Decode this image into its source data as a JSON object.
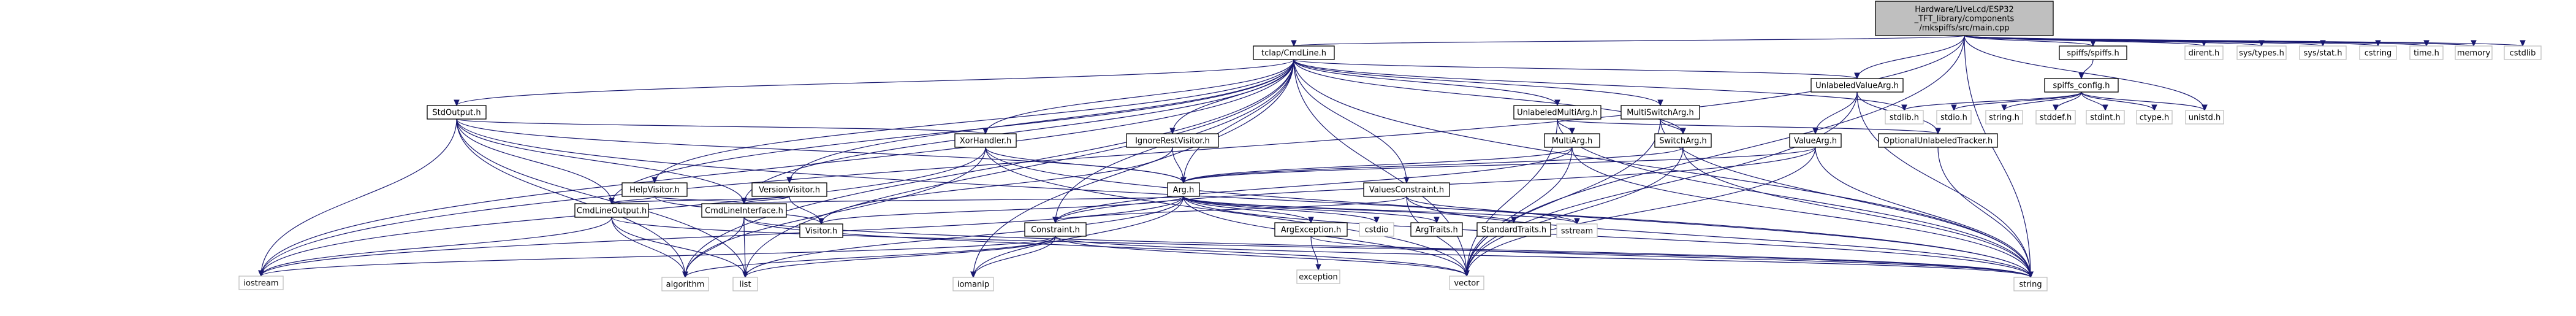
{
  "diagram": {
    "type": "include-dependency-graph",
    "colors": {
      "edge": "#191970",
      "root_fill": "#bfbfbf",
      "local_border": "#000000",
      "system_border": "#bfbfbf"
    },
    "nodes": [
      {
        "id": "root",
        "lines": [
          "Hardware/LiveLcd/ESP32",
          "_TFT_library/components",
          "/mkspiffs/src/main.cpp"
        ],
        "kind": "root"
      },
      {
        "id": "cmdline",
        "lines": [
          "tclap/CmdLine.h"
        ],
        "kind": "local"
      },
      {
        "id": "spiffs_h",
        "lines": [
          "spiffs/spiffs.h"
        ],
        "kind": "local"
      },
      {
        "id": "dirent",
        "lines": [
          "dirent.h"
        ],
        "kind": "system"
      },
      {
        "id": "systypes",
        "lines": [
          "sys/types.h"
        ],
        "kind": "system"
      },
      {
        "id": "sysstat",
        "lines": [
          "sys/stat.h"
        ],
        "kind": "system"
      },
      {
        "id": "cstring",
        "lines": [
          "cstring"
        ],
        "kind": "system"
      },
      {
        "id": "timeh",
        "lines": [
          "time.h"
        ],
        "kind": "system"
      },
      {
        "id": "memory",
        "lines": [
          "memory"
        ],
        "kind": "system"
      },
      {
        "id": "cstdlib",
        "lines": [
          "cstdlib"
        ],
        "kind": "system"
      },
      {
        "id": "unlabeledvalue",
        "lines": [
          "UnlabeledValueArg.h"
        ],
        "kind": "local"
      },
      {
        "id": "spiffs_config",
        "lines": [
          "spiffs_config.h"
        ],
        "kind": "local"
      },
      {
        "id": "stdout",
        "lines": [
          "StdOutput.h"
        ],
        "kind": "local"
      },
      {
        "id": "unlabeledmulti",
        "lines": [
          "UnlabeledMultiArg.h"
        ],
        "kind": "local"
      },
      {
        "id": "multiswitch",
        "lines": [
          "MultiSwitchArg.h"
        ],
        "kind": "local"
      },
      {
        "id": "xorhandler",
        "lines": [
          "XorHandler.h"
        ],
        "kind": "local"
      },
      {
        "id": "ignorerest",
        "lines": [
          "IgnoreRestVisitor.h"
        ],
        "kind": "local"
      },
      {
        "id": "multiarg",
        "lines": [
          "MultiArg.h"
        ],
        "kind": "local"
      },
      {
        "id": "switcharg",
        "lines": [
          "SwitchArg.h"
        ],
        "kind": "local"
      },
      {
        "id": "valuearg",
        "lines": [
          "ValueArg.h"
        ],
        "kind": "local"
      },
      {
        "id": "optunlabeled",
        "lines": [
          "OptionalUnlabeledTracker.h"
        ],
        "kind": "local"
      },
      {
        "id": "stdlibh",
        "lines": [
          "stdlib.h"
        ],
        "kind": "system"
      },
      {
        "id": "stdioh",
        "lines": [
          "stdio.h"
        ],
        "kind": "system"
      },
      {
        "id": "stringh",
        "lines": [
          "string.h"
        ],
        "kind": "system"
      },
      {
        "id": "stddefh",
        "lines": [
          "stddef.h"
        ],
        "kind": "system"
      },
      {
        "id": "stdinth",
        "lines": [
          "stdint.h"
        ],
        "kind": "system"
      },
      {
        "id": "ctypeh",
        "lines": [
          "ctype.h"
        ],
        "kind": "system"
      },
      {
        "id": "unistdh",
        "lines": [
          "unistd.h"
        ],
        "kind": "system"
      },
      {
        "id": "helpvisitor",
        "lines": [
          "HelpVisitor.h"
        ],
        "kind": "local"
      },
      {
        "id": "versionvisitor",
        "lines": [
          "VersionVisitor.h"
        ],
        "kind": "local"
      },
      {
        "id": "arg",
        "lines": [
          "Arg.h"
        ],
        "kind": "local"
      },
      {
        "id": "valuesconstraint",
        "lines": [
          "ValuesConstraint.h"
        ],
        "kind": "local"
      },
      {
        "id": "cmdlineoutput",
        "lines": [
          "CmdLineOutput.h"
        ],
        "kind": "local"
      },
      {
        "id": "cmdlineinterface",
        "lines": [
          "CmdLineInterface.h"
        ],
        "kind": "local"
      },
      {
        "id": "visitor",
        "lines": [
          "Visitor.h"
        ],
        "kind": "local"
      },
      {
        "id": "constraint",
        "lines": [
          "Constraint.h"
        ],
        "kind": "local"
      },
      {
        "id": "argexception",
        "lines": [
          "ArgException.h"
        ],
        "kind": "local"
      },
      {
        "id": "cstdio",
        "lines": [
          "cstdio"
        ],
        "kind": "system"
      },
      {
        "id": "argtraits",
        "lines": [
          "ArgTraits.h"
        ],
        "kind": "local"
      },
      {
        "id": "standardtraits",
        "lines": [
          "StandardTraits.h"
        ],
        "kind": "local"
      },
      {
        "id": "sstream",
        "lines": [
          "sstream"
        ],
        "kind": "system"
      },
      {
        "id": "exception",
        "lines": [
          "exception"
        ],
        "kind": "system"
      },
      {
        "id": "iostream",
        "lines": [
          "iostream"
        ],
        "kind": "system"
      },
      {
        "id": "algorithm",
        "lines": [
          "algorithm"
        ],
        "kind": "system"
      },
      {
        "id": "list",
        "lines": [
          "list"
        ],
        "kind": "system"
      },
      {
        "id": "iomanip",
        "lines": [
          "iomanip"
        ],
        "kind": "system"
      },
      {
        "id": "vector",
        "lines": [
          "vector"
        ],
        "kind": "system"
      },
      {
        "id": "string",
        "lines": [
          "string"
        ],
        "kind": "system"
      }
    ],
    "edges": [
      [
        "root",
        "cmdline"
      ],
      [
        "root",
        "spiffs_h"
      ],
      [
        "root",
        "dirent"
      ],
      [
        "root",
        "systypes"
      ],
      [
        "root",
        "sysstat"
      ],
      [
        "root",
        "cstring"
      ],
      [
        "root",
        "timeh"
      ],
      [
        "root",
        "memory"
      ],
      [
        "root",
        "cstdlib"
      ],
      [
        "root",
        "unlabeledvalue"
      ],
      [
        "root",
        "unistdh"
      ],
      [
        "root",
        "iostream"
      ],
      [
        "root",
        "vector"
      ],
      [
        "root",
        "string"
      ],
      [
        "spiffs_h",
        "spiffs_config"
      ],
      [
        "spiffs_config",
        "stdlibh"
      ],
      [
        "spiffs_config",
        "stdioh"
      ],
      [
        "spiffs_config",
        "stringh"
      ],
      [
        "spiffs_config",
        "stddefh"
      ],
      [
        "spiffs_config",
        "stdinth"
      ],
      [
        "spiffs_config",
        "ctypeh"
      ],
      [
        "spiffs_config",
        "unistdh"
      ],
      [
        "cmdline",
        "stdout"
      ],
      [
        "cmdline",
        "unlabeledmulti"
      ],
      [
        "cmdline",
        "multiswitch"
      ],
      [
        "cmdline",
        "xorhandler"
      ],
      [
        "cmdline",
        "ignorerest"
      ],
      [
        "cmdline",
        "helpvisitor"
      ],
      [
        "cmdline",
        "versionvisitor"
      ],
      [
        "cmdline",
        "arg"
      ],
      [
        "cmdline",
        "switcharg"
      ],
      [
        "cmdline",
        "unlabeledvalue"
      ],
      [
        "cmdline",
        "valuesconstraint"
      ],
      [
        "cmdline",
        "cmdlineinterface"
      ],
      [
        "cmdline",
        "cmdlineoutput"
      ],
      [
        "cmdline",
        "constraint"
      ],
      [
        "cmdline",
        "stdlibh"
      ],
      [
        "cmdline",
        "iostream"
      ],
      [
        "cmdline",
        "algorithm"
      ],
      [
        "cmdline",
        "list"
      ],
      [
        "cmdline",
        "iomanip"
      ],
      [
        "cmdline",
        "vector"
      ],
      [
        "cmdline",
        "string"
      ],
      [
        "stdout",
        "xorhandler"
      ],
      [
        "stdout",
        "arg"
      ],
      [
        "stdout",
        "cmdlineinterface"
      ],
      [
        "stdout",
        "cmdlineoutput"
      ],
      [
        "stdout",
        "iostream"
      ],
      [
        "stdout",
        "algorithm"
      ],
      [
        "stdout",
        "list"
      ],
      [
        "stdout",
        "string"
      ],
      [
        "unlabeledmulti",
        "multiarg"
      ],
      [
        "unlabeledmulti",
        "optunlabeled"
      ],
      [
        "unlabeledmulti",
        "vector"
      ],
      [
        "unlabeledmulti",
        "string"
      ],
      [
        "multiswitch",
        "switcharg"
      ],
      [
        "multiswitch",
        "vector"
      ],
      [
        "multiswitch",
        "string"
      ],
      [
        "unlabeledvalue",
        "valuearg"
      ],
      [
        "unlabeledvalue",
        "optunlabeled"
      ],
      [
        "unlabeledvalue",
        "vector"
      ],
      [
        "unlabeledvalue",
        "string"
      ],
      [
        "xorhandler",
        "arg"
      ],
      [
        "xorhandler",
        "iostream"
      ],
      [
        "xorhandler",
        "algorithm"
      ],
      [
        "xorhandler",
        "vector"
      ],
      [
        "xorhandler",
        "string"
      ],
      [
        "ignorerest",
        "arg"
      ],
      [
        "ignorerest",
        "visitor"
      ],
      [
        "multiarg",
        "arg"
      ],
      [
        "multiarg",
        "constraint"
      ],
      [
        "multiarg",
        "vector"
      ],
      [
        "multiarg",
        "string"
      ],
      [
        "switcharg",
        "arg"
      ],
      [
        "switcharg",
        "vector"
      ],
      [
        "switcharg",
        "string"
      ],
      [
        "valuearg",
        "arg"
      ],
      [
        "valuearg",
        "constraint"
      ],
      [
        "valuearg",
        "vector"
      ],
      [
        "valuearg",
        "string"
      ],
      [
        "optunlabeled",
        "string"
      ],
      [
        "helpvisitor",
        "cmdlineinterface"
      ],
      [
        "helpvisitor",
        "cmdlineoutput"
      ],
      [
        "helpvisitor",
        "visitor"
      ],
      [
        "versionvisitor",
        "cmdlineinterface"
      ],
      [
        "versionvisitor",
        "cmdlineoutput"
      ],
      [
        "versionvisitor",
        "visitor"
      ],
      [
        "arg",
        "argexception"
      ],
      [
        "arg",
        "visitor"
      ],
      [
        "arg",
        "cmdlineinterface"
      ],
      [
        "arg",
        "argtraits"
      ],
      [
        "arg",
        "standardtraits"
      ],
      [
        "arg",
        "cstdio"
      ],
      [
        "arg",
        "sstream"
      ],
      [
        "arg",
        "iostream"
      ],
      [
        "arg",
        "iomanip"
      ],
      [
        "arg",
        "list"
      ],
      [
        "arg",
        "vector"
      ],
      [
        "arg",
        "string"
      ],
      [
        "valuesconstraint",
        "constraint"
      ],
      [
        "valuesconstraint",
        "sstream"
      ],
      [
        "valuesconstraint",
        "vector"
      ],
      [
        "valuesconstraint",
        "string"
      ],
      [
        "cmdlineoutput",
        "iostream"
      ],
      [
        "cmdlineoutput",
        "algorithm"
      ],
      [
        "cmdlineoutput",
        "list"
      ],
      [
        "cmdlineoutput",
        "string"
      ],
      [
        "cmdlineinterface",
        "algorithm"
      ],
      [
        "cmdlineinterface",
        "list"
      ],
      [
        "cmdlineinterface",
        "vector"
      ],
      [
        "cmdlineinterface",
        "string"
      ],
      [
        "constraint",
        "iostream"
      ],
      [
        "constraint",
        "algorithm"
      ],
      [
        "constraint",
        "list"
      ],
      [
        "constraint",
        "iomanip"
      ],
      [
        "constraint",
        "vector"
      ],
      [
        "constraint",
        "string"
      ],
      [
        "argexception",
        "exception"
      ],
      [
        "argexception",
        "string"
      ]
    ]
  }
}
